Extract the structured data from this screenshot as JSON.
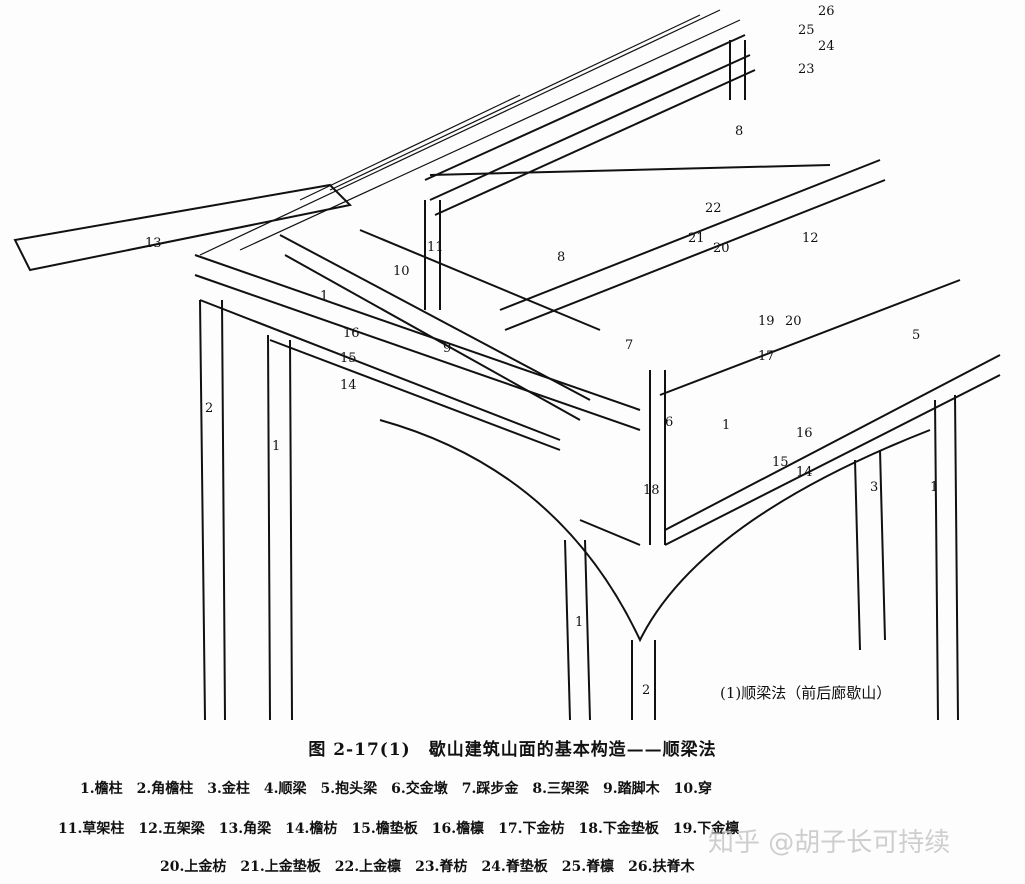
{
  "figure": {
    "title": "图 2-17(1)　歇山建筑山面的基本构造——顺梁法",
    "subcaption": "(1)顺梁法（前后廊歇山）",
    "callouts": [
      "26",
      "25",
      "24",
      "23",
      "8",
      "22",
      "21",
      "20",
      "12",
      "13",
      "11",
      "10",
      "8",
      "1",
      "16",
      "9",
      "15",
      "14",
      "2",
      "1",
      "7",
      "19",
      "20",
      "17",
      "5",
      "6",
      "1",
      "16",
      "15",
      "14",
      "18",
      "3",
      "1",
      "1",
      "2"
    ],
    "legend_rows": [
      [
        "1.檐柱",
        "2.角檐柱",
        "3.金柱",
        "4.顺梁",
        "5.抱头梁",
        "6.交金墩",
        "7.踩步金",
        "8.三架梁",
        "9.踏脚木",
        "10.穿"
      ],
      [
        "11.草架柱",
        "12.五架梁",
        "13.角梁",
        "14.檐枋",
        "15.檐垫板",
        "16.檐檩",
        "17.下金枋",
        "18.下金垫板",
        "19.下金檩"
      ],
      [
        "20.上金枋",
        "21.上金垫板",
        "22.上金檩",
        "23.脊枋",
        "24.脊垫板",
        "25.脊檩",
        "26.扶脊木"
      ]
    ]
  },
  "watermark": "知乎 @胡子长可持续"
}
